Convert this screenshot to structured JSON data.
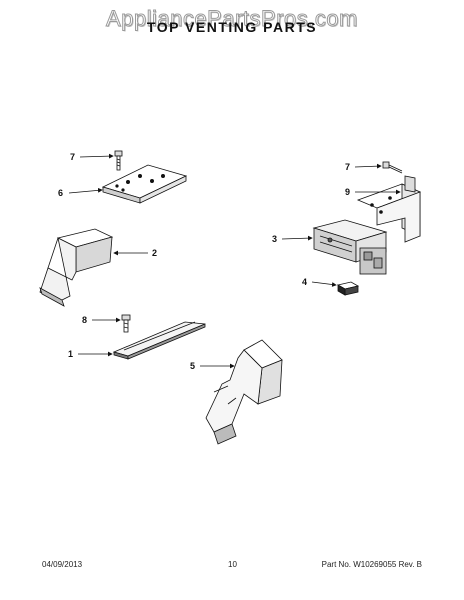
{
  "watermark": "AppliancePartsPros.com",
  "title": "TOP VENTING PARTS",
  "callouts": [
    "7",
    "6",
    "2",
    "7",
    "9",
    "3",
    "4",
    "8",
    "1",
    "5"
  ],
  "footer": {
    "date": "04/09/2013",
    "page": "10",
    "part": "Part No. W10269055  Rev. B"
  }
}
